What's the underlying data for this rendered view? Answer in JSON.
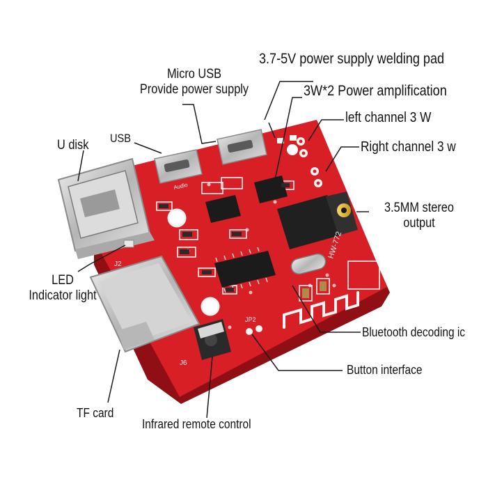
{
  "labels": {
    "power_pad": "3.7-5V power supply welding pad",
    "micro_usb_line1": "Micro USB",
    "micro_usb_line2": "Provide power supply",
    "amp": "3W*2 Power amplification",
    "left_channel": "left channel 3 W",
    "right_channel": "Right channel 3 w",
    "usb": "USB",
    "u_disk": "U disk",
    "stereo_line1": "3.5MM stereo",
    "stereo_line2": "output",
    "led_line1": "LED",
    "led_line2": "Indicator light",
    "bt_ic": "Bluetooth decoding ic",
    "button": "Button interface",
    "tf_card": "TF card",
    "ir": "Infrared remote control"
  },
  "silkscreen": {
    "model": "HW-772",
    "j2": "J2",
    "j6": "J6",
    "jp2": "JP2",
    "audio": "Audio"
  },
  "colors": {
    "board": "#d81f26",
    "board_dark": "#a8141a",
    "silk": "#f4f4f4",
    "chip": "#1b1b1b",
    "metal": "#c9c9c9",
    "leader": "#1a1a1a"
  }
}
